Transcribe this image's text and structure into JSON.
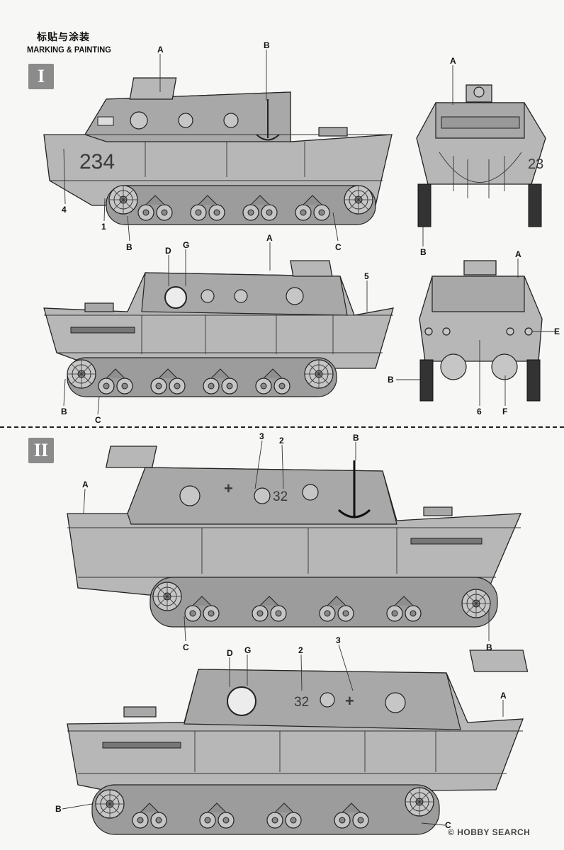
{
  "header": {
    "title_cn": "标贴与涂装",
    "title_en": "MARKING & PAINTING"
  },
  "sections": [
    {
      "badge": "I"
    },
    {
      "badge": "II"
    }
  ],
  "markings": {
    "hull_number_1": "234",
    "hull_number_side_view_front": "23",
    "hull_number_2": "32",
    "cross": "+"
  },
  "callouts": {
    "A": "A",
    "B": "B",
    "C": "C",
    "D": "D",
    "E": "E",
    "F": "F",
    "G": "G",
    "n1": "1",
    "n2": "2",
    "n3": "3",
    "n4": "4",
    "n5": "5",
    "n6": "6"
  },
  "watermark": {
    "text": "HOBBY SEARCH"
  }
}
